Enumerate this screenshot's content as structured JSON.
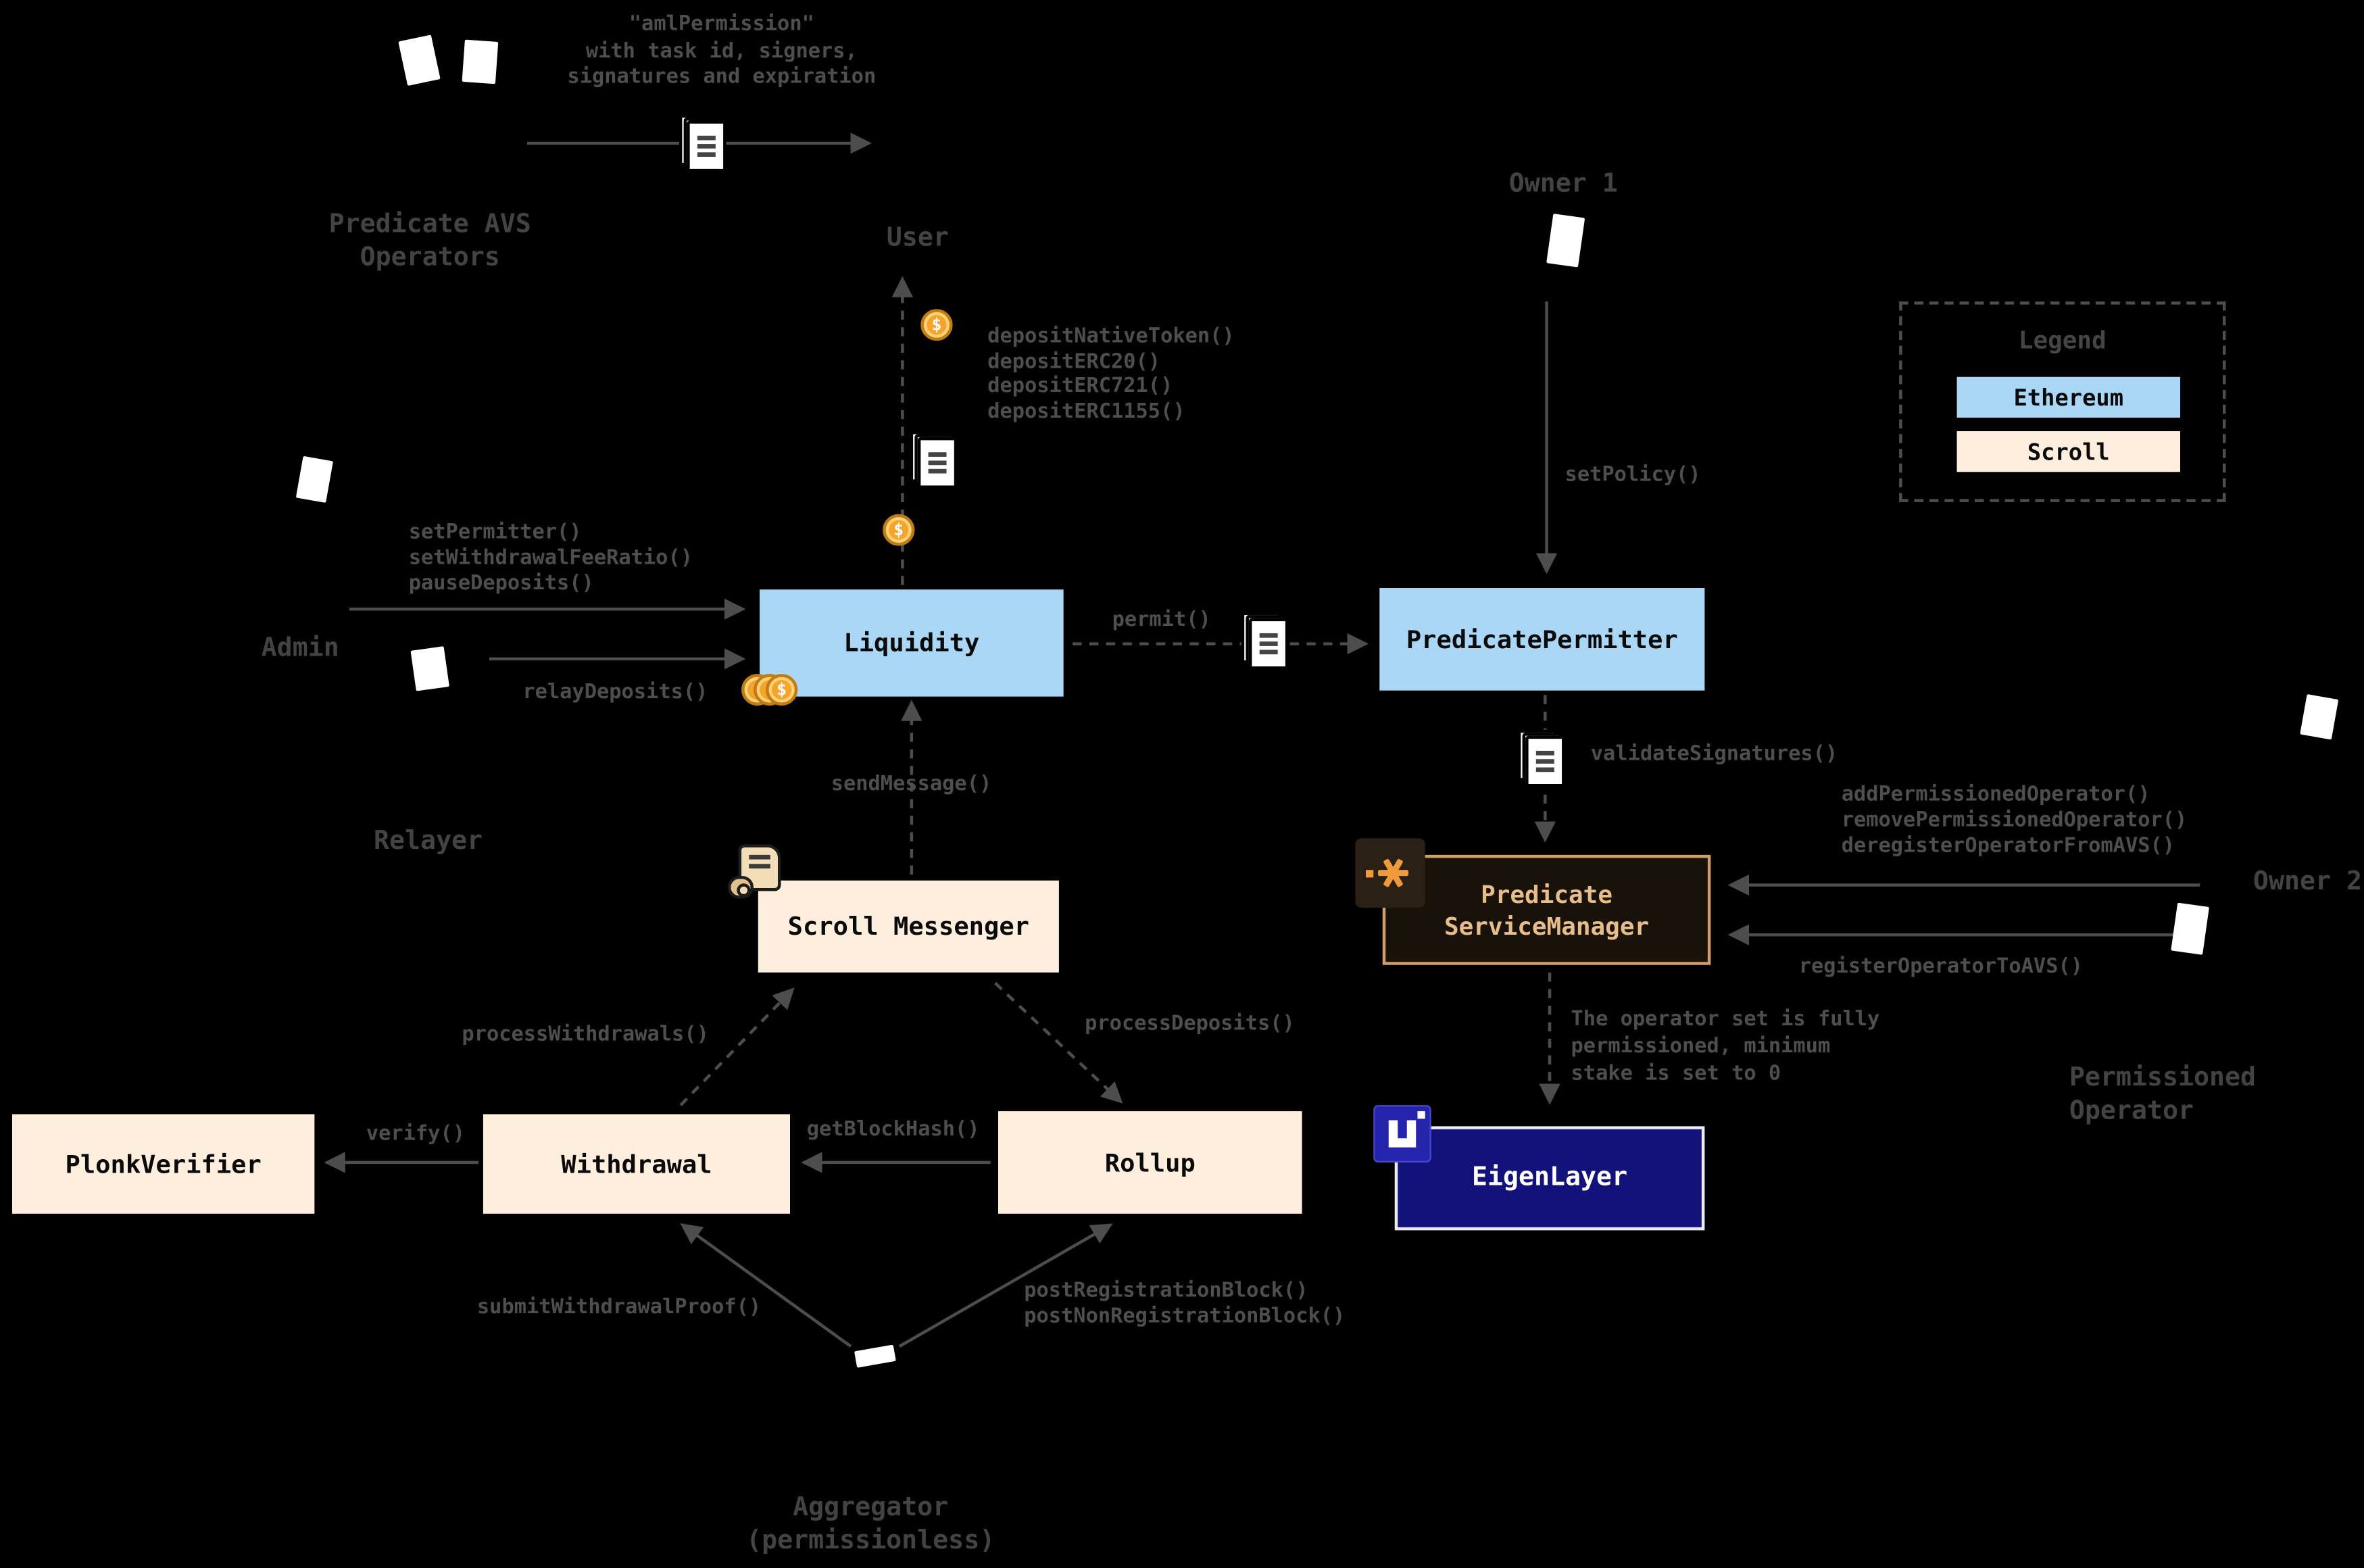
{
  "diagram": {
    "title_note": "\"amlPermission\"\nwith task id, signers,\nsignatures and expiration",
    "actors": {
      "avs_operators": "Predicate AVS\nOperators",
      "user": "User",
      "owner1": "Owner 1",
      "admin": "Admin",
      "relayer": "Relayer",
      "owner2": "Owner 2",
      "permissioned_operator": "Permissioned\nOperator",
      "aggregator": "Aggregator\n(permissionless)"
    },
    "nodes": {
      "liquidity": "Liquidity",
      "predicate_permitter": "PredicatePermitter",
      "scroll_messenger": "Scroll Messenger",
      "plonk_verifier": "PlonkVerifier",
      "withdrawal": "Withdrawal",
      "rollup": "Rollup",
      "predicate_service_manager": "Predicate\nServiceManager",
      "eigenlayer": "EigenLayer"
    },
    "calls": {
      "deposits": "depositNativeToken()\ndepositERC20()\ndepositERC721()\ndepositERC1155()",
      "set_policy": "setPolicy()",
      "admin_calls": "setPermitter()\nsetWithdrawalFeeRatio()\npauseDeposits()",
      "relay_deposits": "relayDeposits()",
      "permit": "permit()",
      "validate_signatures": "validateSignatures()",
      "operator_admin_calls": "addPermissionedOperator()\nremovePermissionedOperator()\nderegisterOperatorFromAVS()",
      "register_operator": "registerOperatorToAVS()",
      "send_message": "sendMessage()",
      "process_withdrawals": "processWithdrawals()",
      "process_deposits": "processDeposits()",
      "verify": "verify()",
      "get_block_hash": "getBlockHash()",
      "submit_withdrawal_proof": "submitWithdrawalProof()",
      "post_blocks": "postRegistrationBlock()\npostNonRegistrationBlock()"
    },
    "notes": {
      "operator_set": "The operator set is fully\npermissioned, minimum\nstake is set to 0"
    },
    "legend": {
      "title": "Legend",
      "items": [
        {
          "label": "Ethereum",
          "color": "#a9d7f5"
        },
        {
          "label": "Scroll",
          "color": "#fdeedd"
        }
      ]
    },
    "colors": {
      "ethereum": "#a9d7f5",
      "scroll": "#fdeedd",
      "eigenlayer": "#12127a",
      "arrow": "#4d4d4d",
      "coin": "#f5a42c",
      "predicate_accent": "#e7bd8a"
    },
    "coin_symbol": "$"
  }
}
